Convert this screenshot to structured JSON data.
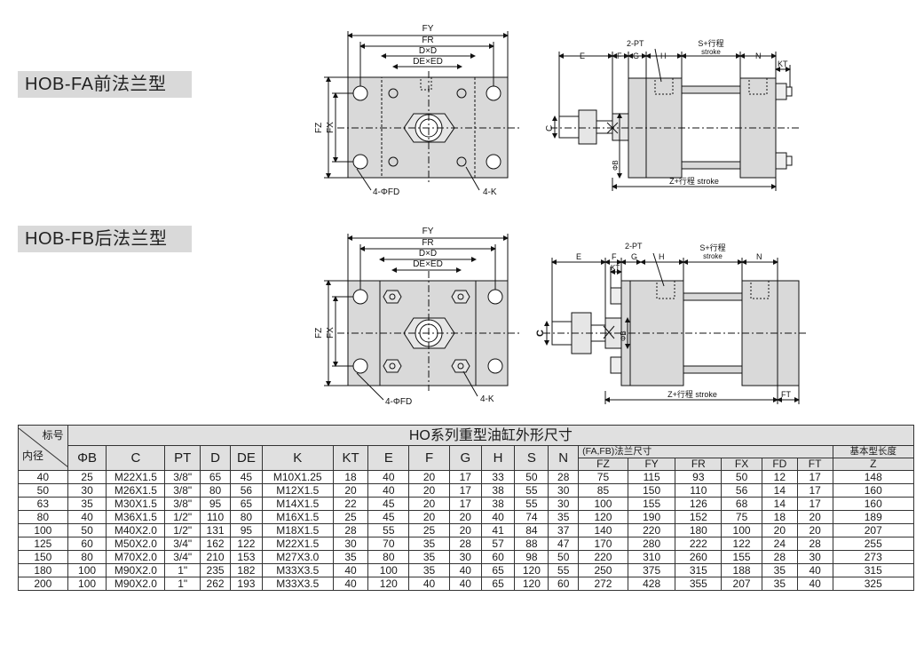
{
  "models": {
    "fa": "HOB-FA前法兰型",
    "fb": "HOB-FB后法兰型"
  },
  "labels": {
    "FY": "FY",
    "FR": "FR",
    "DxD": "D×D",
    "DExED": "DE×ED",
    "FZ": "FZ",
    "FX": "FX",
    "FD": "4-ΦFD",
    "K": "4-K",
    "E": "E",
    "F": "F",
    "G": "G",
    "H": "H",
    "N": "N",
    "KT": "KT",
    "FT": "FT",
    "PT": "2-PT",
    "stroke_top": "S+行程",
    "stroke_bottom": "stroke",
    "C": "C",
    "PhiB": "ΦB",
    "Z": "Z+行程 stroke"
  },
  "table": {
    "title": "HO系列重型油缸外形尺寸",
    "corner_top": "标号",
    "corner_bottom": "内径",
    "flange_group": "(FA,FB)法兰尺寸",
    "base_length": "基本型长度",
    "headers": [
      "ΦB",
      "C",
      "PT",
      "D",
      "DE",
      "K",
      "KT",
      "E",
      "F",
      "G",
      "H",
      "S",
      "N"
    ],
    "flange_headers": [
      "FZ",
      "FY",
      "FR",
      "FX",
      "FD",
      "FT"
    ],
    "z_header": "Z",
    "rows": [
      [
        "40",
        "25",
        "M22X1.5",
        "3/8\"",
        "65",
        "45",
        "M10X1.25",
        "18",
        "40",
        "20",
        "17",
        "33",
        "50",
        "28",
        "75",
        "115",
        "93",
        "50",
        "12",
        "17",
        "148"
      ],
      [
        "50",
        "30",
        "M26X1.5",
        "3/8\"",
        "80",
        "56",
        "M12X1.5",
        "20",
        "40",
        "20",
        "17",
        "38",
        "55",
        "30",
        "85",
        "150",
        "110",
        "56",
        "14",
        "17",
        "160"
      ],
      [
        "63",
        "35",
        "M30X1.5",
        "3/8\"",
        "95",
        "65",
        "M14X1.5",
        "22",
        "45",
        "20",
        "17",
        "38",
        "55",
        "30",
        "100",
        "155",
        "126",
        "68",
        "14",
        "17",
        "160"
      ],
      [
        "80",
        "40",
        "M36X1.5",
        "1/2\"",
        "110",
        "80",
        "M16X1.5",
        "25",
        "45",
        "20",
        "20",
        "40",
        "74",
        "35",
        "120",
        "190",
        "152",
        "75",
        "18",
        "20",
        "189"
      ],
      [
        "100",
        "50",
        "M40X2.0",
        "1/2\"",
        "131",
        "95",
        "M18X1.5",
        "28",
        "55",
        "25",
        "20",
        "41",
        "84",
        "37",
        "140",
        "220",
        "180",
        "100",
        "20",
        "20",
        "207"
      ],
      [
        "125",
        "60",
        "M50X2.0",
        "3/4\"",
        "162",
        "122",
        "M22X1.5",
        "30",
        "70",
        "35",
        "28",
        "57",
        "88",
        "47",
        "170",
        "280",
        "222",
        "122",
        "24",
        "28",
        "255"
      ],
      [
        "150",
        "80",
        "M70X2.0",
        "3/4\"",
        "210",
        "153",
        "M27X3.0",
        "35",
        "80",
        "35",
        "30",
        "60",
        "98",
        "50",
        "220",
        "310",
        "260",
        "155",
        "28",
        "30",
        "273"
      ],
      [
        "180",
        "100",
        "M90X2.0",
        "1\"",
        "235",
        "182",
        "M33X3.5",
        "40",
        "100",
        "35",
        "40",
        "65",
        "120",
        "55",
        "250",
        "375",
        "315",
        "188",
        "35",
        "40",
        "315"
      ],
      [
        "200",
        "100",
        "M90X2.0",
        "1\"",
        "262",
        "193",
        "M33X3.5",
        "40",
        "120",
        "40",
        "40",
        "65",
        "120",
        "60",
        "272",
        "428",
        "355",
        "207",
        "35",
        "40",
        "325"
      ]
    ]
  }
}
